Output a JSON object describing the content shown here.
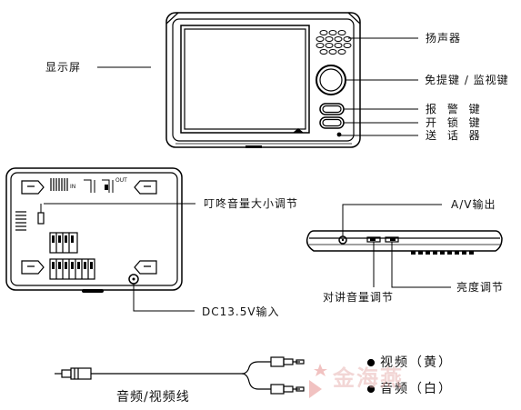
{
  "labels": {
    "screen": "显示屏",
    "speaker": "扬声器",
    "handsfree": "免提键 / 监视键",
    "alarm": "报 警 键",
    "unlock": "开 锁 键",
    "mic": "送 话 器",
    "ring_volume": "叮咚音量大小调节",
    "av_out": "A/V输出",
    "dc_in": "DC13.5V输入",
    "talk_volume": "对讲音量调节",
    "brightness": "亮度调节",
    "cable": "音频/视频线",
    "video_yellow": "视频（黄）",
    "audio_white": "音频（白）"
  },
  "port_labels": {
    "in": "IN",
    "out": "OUT"
  },
  "watermark": "金海燕"
}
